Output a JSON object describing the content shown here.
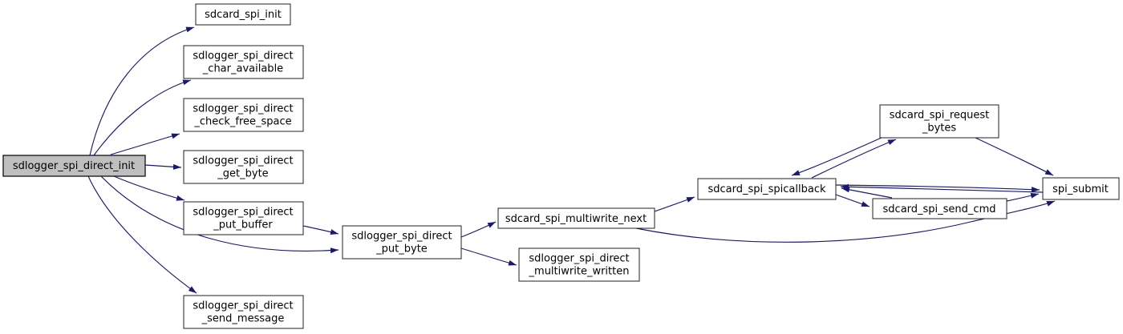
{
  "diagram": {
    "type": "call-graph",
    "colors": {
      "bg": "#ffffff",
      "edge_color": "#191970",
      "node_border": "#202020",
      "node_fill": "#ffffff",
      "highlight_fill": "#bfbfbf"
    },
    "nodes": [
      {
        "id": "sdlogger_spi_direct_init",
        "highlighted": true,
        "lines": [
          "sdlogger_spi_direct_init"
        ]
      },
      {
        "id": "sdcard_spi_init",
        "highlighted": false,
        "lines": [
          "sdcard_spi_init"
        ]
      },
      {
        "id": "sdlogger_spi_direct_char_available",
        "highlighted": false,
        "lines": [
          "sdlogger_spi_direct",
          "_char_available"
        ]
      },
      {
        "id": "sdlogger_spi_direct_check_free_space",
        "highlighted": false,
        "lines": [
          "sdlogger_spi_direct",
          "_check_free_space"
        ]
      },
      {
        "id": "sdlogger_spi_direct_get_byte",
        "highlighted": false,
        "lines": [
          "sdlogger_spi_direct",
          "_get_byte"
        ]
      },
      {
        "id": "sdlogger_spi_direct_put_buffer",
        "highlighted": false,
        "lines": [
          "sdlogger_spi_direct",
          "_put_buffer"
        ]
      },
      {
        "id": "sdlogger_spi_direct_send_message",
        "highlighted": false,
        "lines": [
          "sdlogger_spi_direct",
          "_send_message"
        ]
      },
      {
        "id": "sdlogger_spi_direct_put_byte",
        "highlighted": false,
        "lines": [
          "sdlogger_spi_direct",
          "_put_byte"
        ]
      },
      {
        "id": "sdcard_spi_multiwrite_next",
        "highlighted": false,
        "lines": [
          "sdcard_spi_multiwrite_next"
        ]
      },
      {
        "id": "sdlogger_spi_direct_multiwrite_written",
        "highlighted": false,
        "lines": [
          "sdlogger_spi_direct",
          "_multiwrite_written"
        ]
      },
      {
        "id": "sdcard_spi_spicallback",
        "highlighted": false,
        "lines": [
          "sdcard_spi_spicallback"
        ]
      },
      {
        "id": "sdcard_spi_request_bytes",
        "highlighted": false,
        "lines": [
          "sdcard_spi_request",
          "_bytes"
        ]
      },
      {
        "id": "sdcard_spi_send_cmd",
        "highlighted": false,
        "lines": [
          "sdcard_spi_send_cmd"
        ]
      },
      {
        "id": "spi_submit",
        "highlighted": false,
        "lines": [
          "spi_submit"
        ]
      }
    ],
    "edges": [
      {
        "from": "sdlogger_spi_direct_init",
        "to": "sdcard_spi_init"
      },
      {
        "from": "sdlogger_spi_direct_init",
        "to": "sdlogger_spi_direct_char_available"
      },
      {
        "from": "sdlogger_spi_direct_init",
        "to": "sdlogger_spi_direct_check_free_space"
      },
      {
        "from": "sdlogger_spi_direct_init",
        "to": "sdlogger_spi_direct_get_byte"
      },
      {
        "from": "sdlogger_spi_direct_init",
        "to": "sdlogger_spi_direct_put_buffer"
      },
      {
        "from": "sdlogger_spi_direct_init",
        "to": "sdlogger_spi_direct_put_byte"
      },
      {
        "from": "sdlogger_spi_direct_init",
        "to": "sdlogger_spi_direct_send_message"
      },
      {
        "from": "sdlogger_spi_direct_put_buffer",
        "to": "sdlogger_spi_direct_put_byte"
      },
      {
        "from": "sdlogger_spi_direct_put_byte",
        "to": "sdcard_spi_multiwrite_next"
      },
      {
        "from": "sdlogger_spi_direct_put_byte",
        "to": "sdlogger_spi_direct_multiwrite_written"
      },
      {
        "from": "sdcard_spi_multiwrite_next",
        "to": "sdcard_spi_spicallback"
      },
      {
        "from": "sdcard_spi_multiwrite_next",
        "to": "spi_submit"
      },
      {
        "from": "sdcard_spi_spicallback",
        "to": "sdcard_spi_request_bytes"
      },
      {
        "from": "sdcard_spi_request_bytes",
        "to": "sdcard_spi_spicallback"
      },
      {
        "from": "sdcard_spi_spicallback",
        "to": "spi_submit"
      },
      {
        "from": "spi_submit",
        "to": "sdcard_spi_spicallback"
      },
      {
        "from": "sdcard_spi_send_cmd",
        "to": "sdcard_spi_spicallback"
      },
      {
        "from": "sdcard_spi_spicallback",
        "to": "sdcard_spi_send_cmd"
      },
      {
        "from": "sdcard_spi_send_cmd",
        "to": "spi_submit"
      },
      {
        "from": "sdcard_spi_request_bytes",
        "to": "spi_submit"
      }
    ]
  }
}
